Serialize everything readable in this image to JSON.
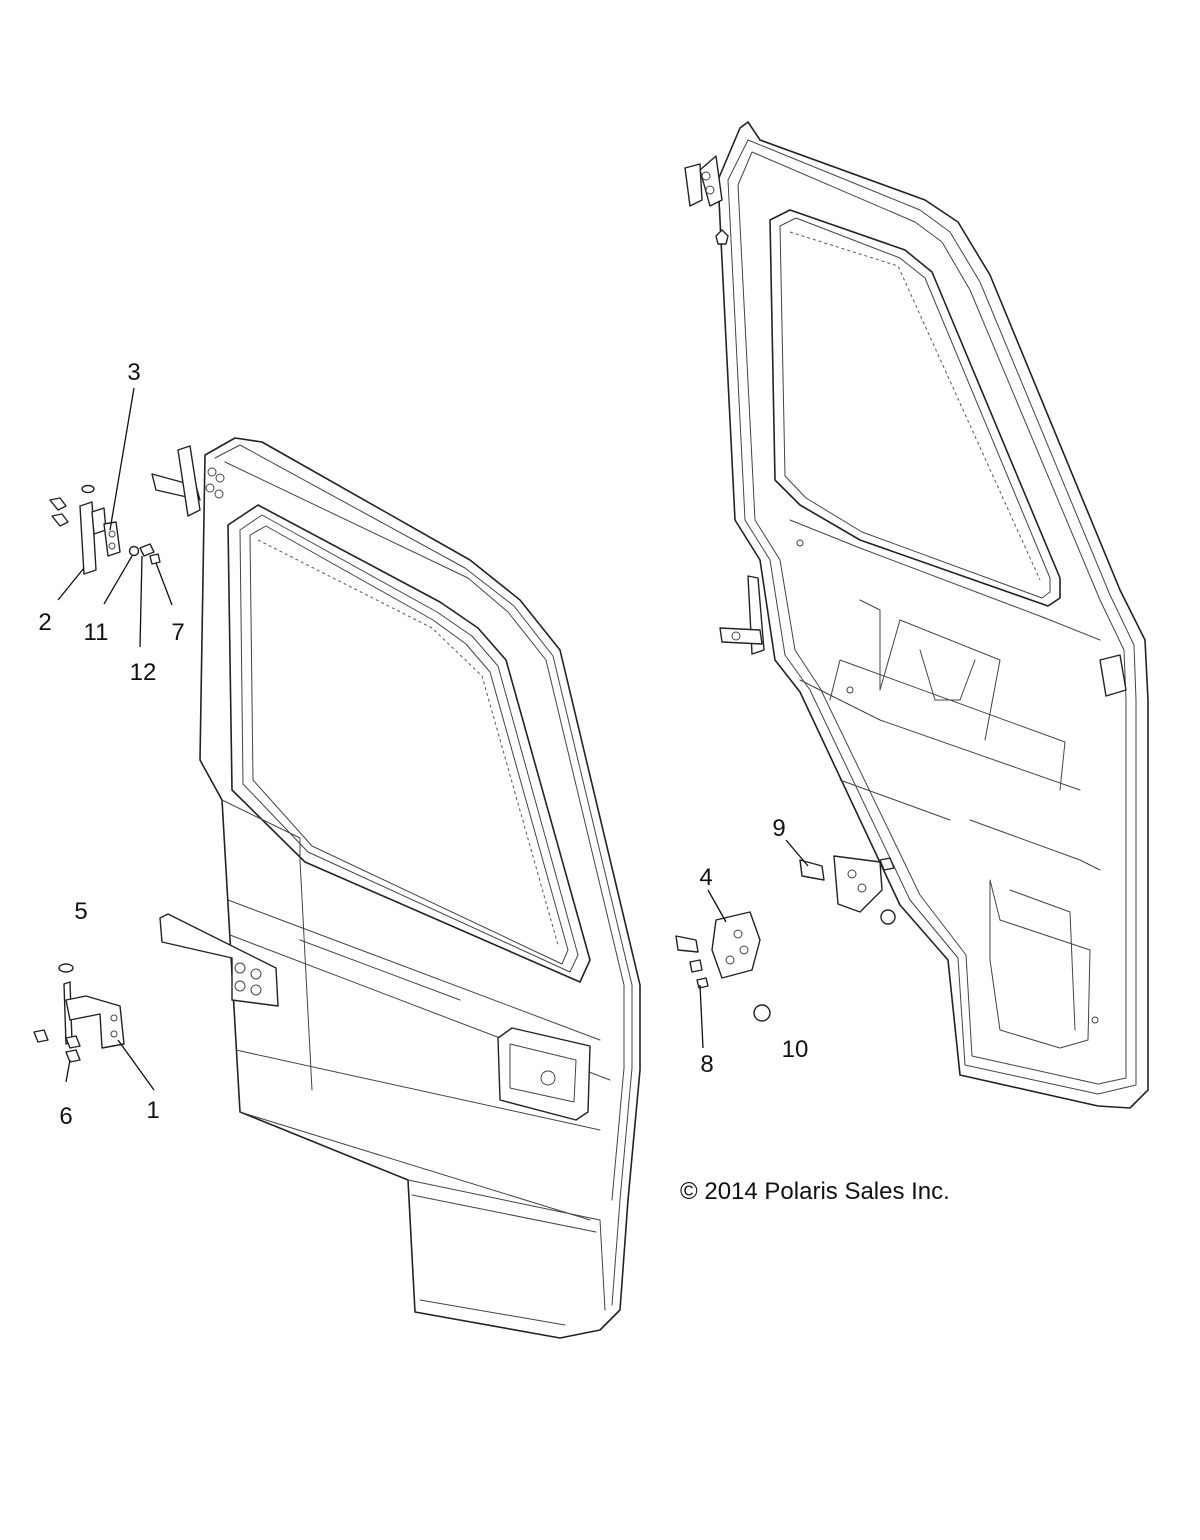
{
  "diagram": {
    "copyright": "© 2014 Polaris Sales Inc.",
    "callouts": [
      {
        "id": "c1",
        "label": "1"
      },
      {
        "id": "c2",
        "label": "2"
      },
      {
        "id": "c3",
        "label": "3"
      },
      {
        "id": "c4",
        "label": "4"
      },
      {
        "id": "c5",
        "label": "5"
      },
      {
        "id": "c6",
        "label": "6"
      },
      {
        "id": "c7",
        "label": "7"
      },
      {
        "id": "c8",
        "label": "8"
      },
      {
        "id": "c9",
        "label": "9"
      },
      {
        "id": "c10",
        "label": "10"
      },
      {
        "id": "c11",
        "label": "11"
      },
      {
        "id": "c12",
        "label": "12"
      }
    ]
  }
}
